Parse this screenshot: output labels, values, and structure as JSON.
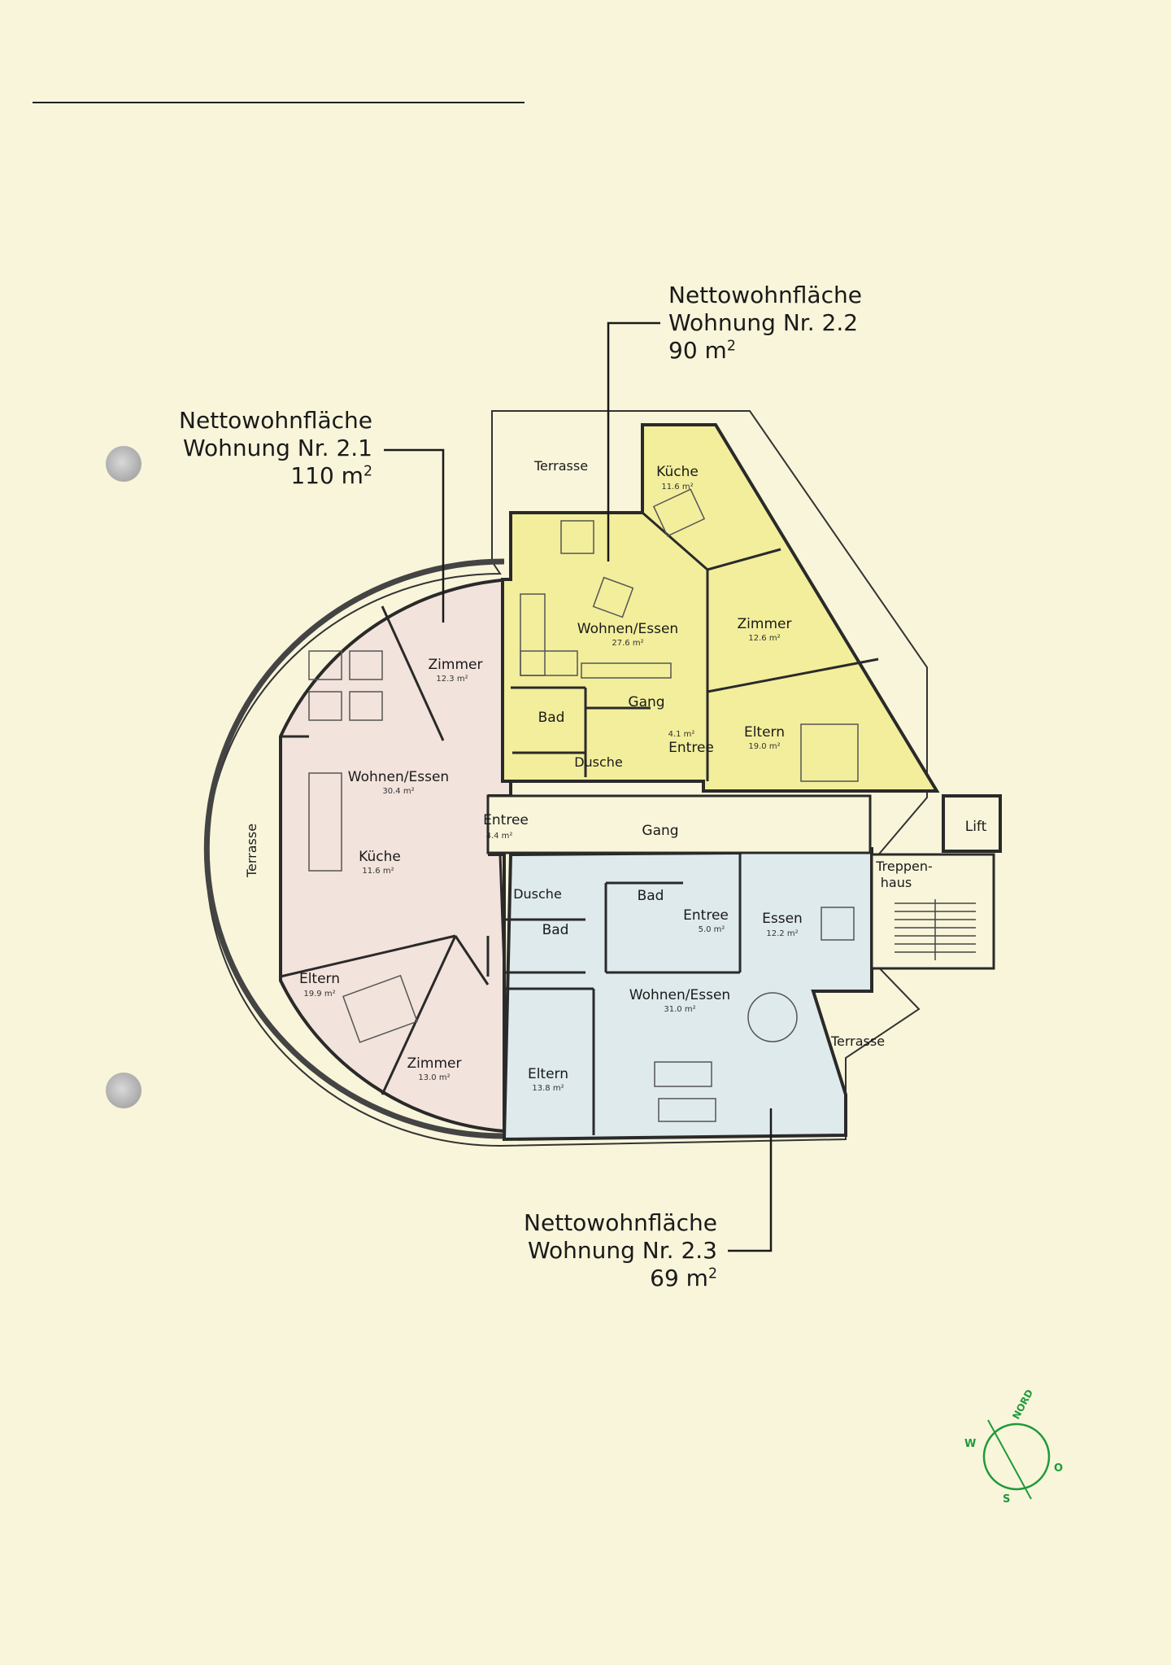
{
  "units": {
    "unit_2_1": {
      "label_line1": "Nettowohnfläche",
      "label_line2": "Wohnung Nr. 2.1",
      "area_value": "110 m",
      "area_exp": "2"
    },
    "unit_2_2": {
      "label_line1": "Nettowohnfläche",
      "label_line2": "Wohnung Nr. 2.2",
      "area_value": "90 m",
      "area_exp": "2"
    },
    "unit_2_3": {
      "label_line1": "Nettowohnfläche",
      "label_line2": "Wohnung Nr. 2.3",
      "area_value": "69 m",
      "area_exp": "2"
    }
  },
  "colors": {
    "page_background": "#f8f5da",
    "unit_2_1_fill": "#f2e3dc",
    "unit_2_2_fill": "#f2ee9c",
    "unit_2_3_fill": "#dfeaed",
    "compass": "#1f9a3a",
    "wall": "#2a2a2a"
  },
  "rooms": {
    "terrasse_top": {
      "name": "Terrasse"
    },
    "kueche_22": {
      "name": "Küche",
      "area": "11.6 m²"
    },
    "wohnen_22": {
      "name": "Wohnen/Essen",
      "area": "27.6 m²"
    },
    "zimmer_22": {
      "name": "Zimmer",
      "area": "12.6 m²"
    },
    "bad_22": {
      "name": "Bad"
    },
    "gang_22": {
      "name": "Gang"
    },
    "dusche_22": {
      "name": "Dusche"
    },
    "entree_22": {
      "name": "Entree",
      "area": "4.1 m²"
    },
    "eltern_22": {
      "name": "Eltern",
      "area": "19.0 m²"
    },
    "zimmer_21_top": {
      "name": "Zimmer",
      "area": "12.3 m²"
    },
    "wohnen_21": {
      "name": "Wohnen/Essen",
      "area": "30.4 m²"
    },
    "entree_21": {
      "name": "Entree",
      "area": "4.4 m²"
    },
    "kueche_21": {
      "name": "Küche",
      "area": "11.6 m²"
    },
    "terrasse_left": {
      "name": "Terrasse"
    },
    "dusche_21": {
      "name": "Dusche"
    },
    "bad_21": {
      "name": "Bad"
    },
    "eltern_21": {
      "name": "Eltern",
      "area": "19.9 m²"
    },
    "zimmer_21_bottom": {
      "name": "Zimmer",
      "area": "13.0 m²"
    },
    "gang_common": {
      "name": "Gang"
    },
    "lift": {
      "name": "Lift"
    },
    "treppenhaus_1": {
      "name": "Treppen-"
    },
    "treppenhaus_2": {
      "name": "haus"
    },
    "bad_23": {
      "name": "Bad"
    },
    "entree_23": {
      "name": "Entree",
      "area": "5.0 m²"
    },
    "essen_23": {
      "name": "Essen",
      "area": "12.2 m²"
    },
    "wohnen_23": {
      "name": "Wohnen/Essen",
      "area": "31.0 m²"
    },
    "eltern_23": {
      "name": "Eltern",
      "area": "13.8 m²"
    },
    "terrasse_right": {
      "name": "Terrasse"
    }
  },
  "compass": {
    "nord": "NORD",
    "west": "W",
    "ost": "O",
    "sued": "S"
  }
}
